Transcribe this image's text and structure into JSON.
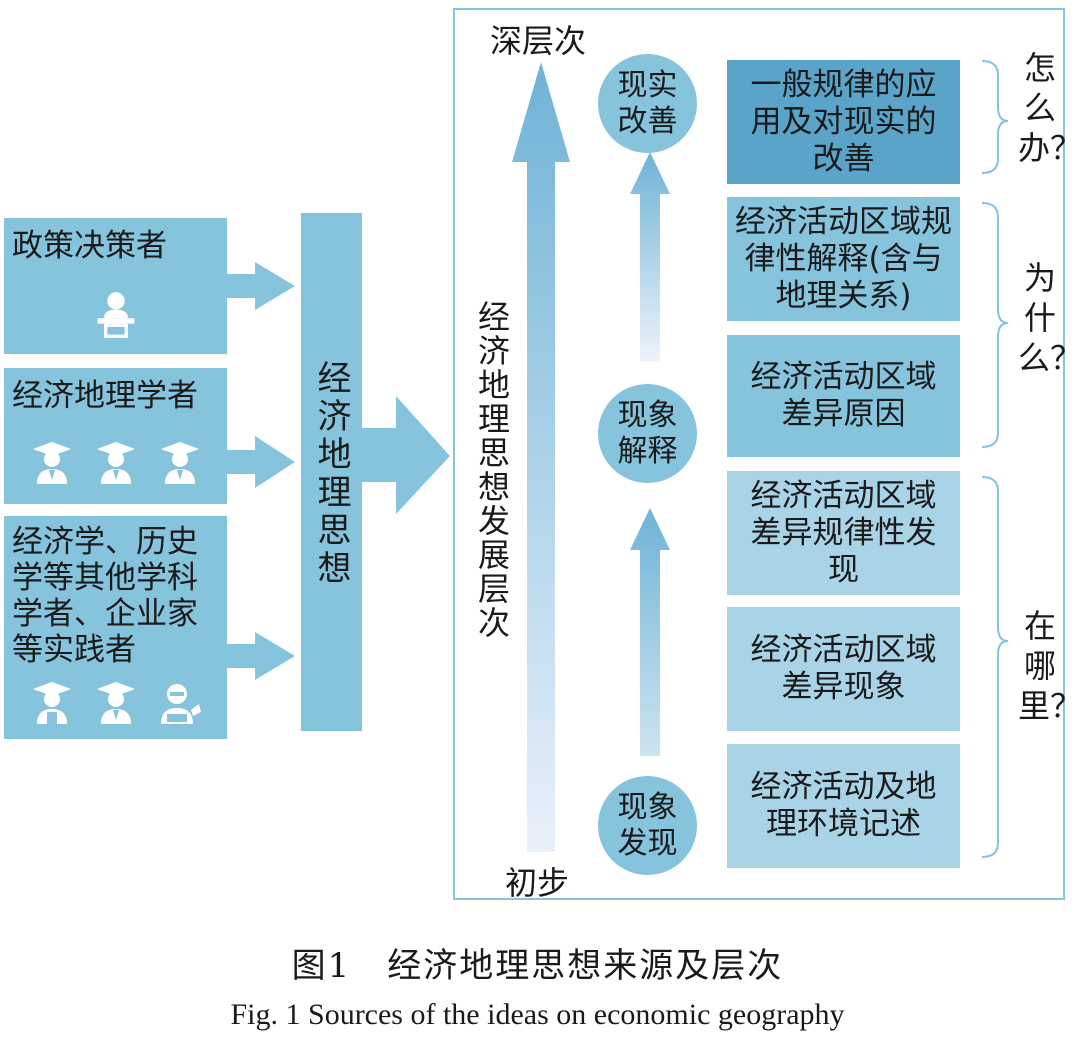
{
  "sources": {
    "policy": "政策决策者",
    "geographers": "经济地理学者",
    "others": "经济学、历史学等其他学科学者、企业家等实践者"
  },
  "center_label": "经济地理思想",
  "axis": {
    "top": "深层次",
    "bottom": "初步",
    "label": "经济地理思想发展层次"
  },
  "stages": {
    "improve": "现实改善",
    "explain": "现象解释",
    "discover": "现象发现"
  },
  "levels": [
    "一般规律的应用及对现实的改善",
    "经济活动区域规律性解释(含与地理关系)",
    "经济活动区域差异原因",
    "经济活动区域差异规律性发现",
    "经济活动区域差异现象",
    "经济活动及地理环境记述"
  ],
  "questions": {
    "how": "怎么办？",
    "why": "为什么？",
    "where": "在哪里？"
  },
  "caption": {
    "cn": "图1　经济地理思想来源及层次",
    "en": "Fig. 1   Sources of the ideas on economic geography"
  },
  "icons": [
    "speaker-at-podium-icon",
    "graduate-icon",
    "businessman-icon"
  ],
  "colors": {
    "box": "#86c3dd",
    "box_dark": "#5aa3c9",
    "box_light": "#a9d3e6",
    "frame": "#86c3dd"
  }
}
